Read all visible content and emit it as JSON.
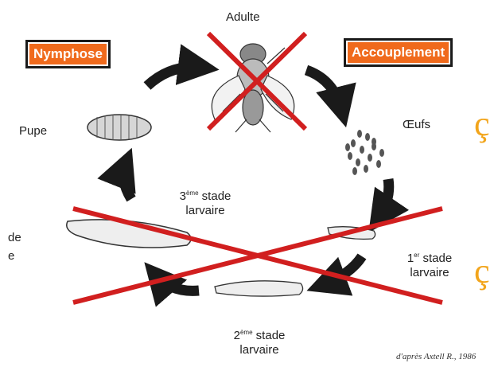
{
  "stages": {
    "adult": "Adulte",
    "eggs": "Œufs",
    "pupa": "Pupe",
    "third_larva_line1": "3",
    "third_larva_sup": "ème",
    "third_larva_line1_rest": " stade",
    "third_larva_line2": "larvaire",
    "first_larva_line1": "1",
    "first_larva_sup": "er",
    "first_larva_line1_rest": " stade",
    "first_larva_line2": "larvaire",
    "second_larva_line1": "2",
    "second_larva_sup": "ème",
    "second_larva_line1_rest": " stade",
    "second_larva_line2": "larvaire"
  },
  "boxes": {
    "pupation": "Nymphose",
    "mating": "Accouplement"
  },
  "edge_fragments": {
    "left_top": "de",
    "left_bottom": "e",
    "right_top": "ç",
    "right_bottom": "ç"
  },
  "credit": "d'après Axtell R., 1986",
  "colors": {
    "box_fill": "#f06a1c",
    "cross_red": "#d11f1f",
    "arrow": "#1a1a1a",
    "cedilla": "#f2a51c"
  }
}
